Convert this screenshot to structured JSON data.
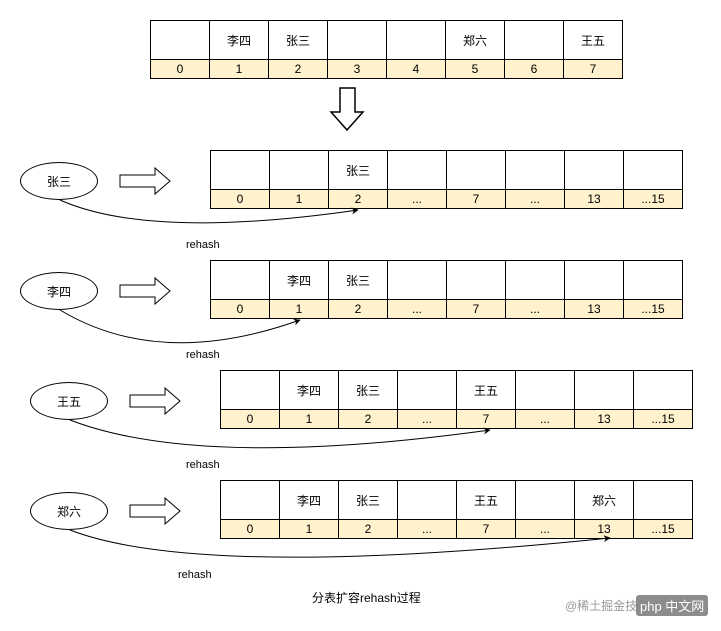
{
  "main_table": {
    "names": [
      "",
      "李四",
      "张三",
      "",
      "",
      "郑六",
      "",
      "王五"
    ],
    "indices": [
      "0",
      "1",
      "2",
      "3",
      "4",
      "5",
      "6",
      "7"
    ]
  },
  "steps": [
    {
      "key": "张三",
      "names": [
        "",
        "",
        "张三",
        "",
        "",
        "",
        "",
        ""
      ],
      "indices": [
        "0",
        "1",
        "2",
        "...",
        "7",
        "...",
        "13",
        "...15"
      ],
      "rehash_label": "rehash"
    },
    {
      "key": "李四",
      "names": [
        "",
        "李四",
        "张三",
        "",
        "",
        "",
        "",
        ""
      ],
      "indices": [
        "0",
        "1",
        "2",
        "...",
        "7",
        "...",
        "13",
        "...15"
      ],
      "rehash_label": "rehash"
    },
    {
      "key": "王五",
      "names": [
        "",
        "李四",
        "张三",
        "",
        "王五",
        "",
        "",
        ""
      ],
      "indices": [
        "0",
        "1",
        "2",
        "...",
        "7",
        "...",
        "13",
        "...15"
      ],
      "rehash_label": "rehash"
    },
    {
      "key": "郑六",
      "names": [
        "",
        "李四",
        "张三",
        "",
        "王五",
        "",
        "郑六",
        ""
      ],
      "indices": [
        "0",
        "1",
        "2",
        "...",
        "7",
        "...",
        "13",
        "...15"
      ],
      "rehash_label": "rehash"
    }
  ],
  "caption": "分表扩容rehash过程",
  "watermark": {
    "left": "@稀土掘金技术社区",
    "right": "php 中文网"
  },
  "colors": {
    "index_row": "#fff2cc",
    "border": "#000000",
    "watermark": "#9a9a9a"
  }
}
